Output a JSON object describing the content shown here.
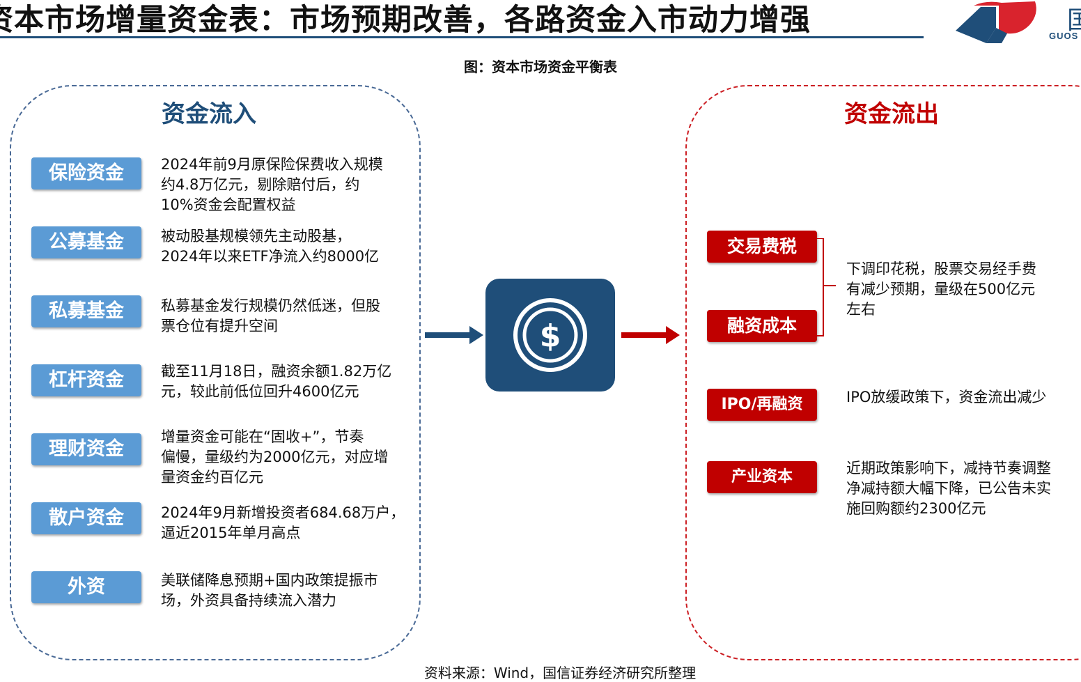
{
  "header": {
    "title": "资本市场增量资金表：市场预期改善，各路资金入市动力增强",
    "logo_char": "国",
    "logo_text": "GUOS"
  },
  "figure_title": "图：资本市场资金平衡表",
  "inflow": {
    "heading": "资金流入",
    "items": [
      {
        "label": "保险资金",
        "desc": [
          "2024年前9月原保险保费收入规模",
          "约4.8万亿元，剔除赔付后，约",
          "10%资金会配置权益"
        ]
      },
      {
        "label": "公募基金",
        "desc": [
          "被动股基规模领先主动股基，",
          "2024年以来ETF净流入约8000亿"
        ]
      },
      {
        "label": "私募基金",
        "desc": [
          "私募基金发行规模仍然低迷，但股",
          "票仓位有提升空间"
        ]
      },
      {
        "label": "杠杆资金",
        "desc": [
          "截至11月18日，融资余额1.82万亿",
          "元，较此前低位回升4600亿元"
        ]
      },
      {
        "label": "理财资金",
        "desc": [
          "增量资金可能在“固收+”，节奏",
          "偏慢，量级约为2000亿元，对应增",
          "量资金约百亿元"
        ]
      },
      {
        "label": "散户资金",
        "desc": [
          "2024年9月新增投资者684.68万户，",
          "逼近2015年单月高点"
        ]
      },
      {
        "label": "外资",
        "desc": [
          "美联储降息预期+国内政策提振市",
          "场，外资具备持续流入潜力"
        ]
      }
    ]
  },
  "outflow": {
    "heading": "资金流出",
    "items": [
      {
        "label": "交易费税"
      },
      {
        "label": "融资成本"
      },
      {
        "label": "IPO/再融资"
      },
      {
        "label": "产业资本"
      }
    ],
    "desc_fees": [
      "下调印花税，股票交易经手费",
      "有减少预期，量级在500亿元",
      "左右"
    ],
    "desc_ipo": [
      "IPO放缓政策下，资金流出减少"
    ],
    "desc_industry": [
      "近期政策影响下，减持节奏调整",
      "净减持额大幅下降，已公告未实",
      "施回购额约2300亿元"
    ]
  },
  "source": "资料来源：Wind，国信证券经济研究所整理",
  "colors": {
    "blue": "#1f4e79",
    "light_blue": "#5b9bd5",
    "red": "#c00000"
  },
  "center_icon": "dollar-coin-icon"
}
